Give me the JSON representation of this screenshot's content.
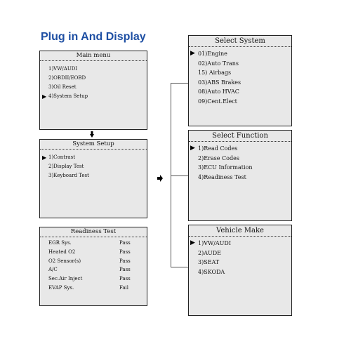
{
  "heading": "Plug in And Display",
  "main_menu": {
    "title": "Main menu",
    "items": [
      "1)VW/AUDI",
      "2)OBDII/EOBD",
      "3)Oil Reset",
      "4)System Setup"
    ],
    "selected": 3
  },
  "system_setup": {
    "title": "System Setup",
    "items": [
      "1)Contrast",
      "2)Display Test",
      "3)Keyboard Test"
    ],
    "selected": 0
  },
  "readiness_test": {
    "title": "Readiness Test",
    "rows": [
      {
        "name": "EGR Sys.",
        "value": "Pass"
      },
      {
        "name": "Heated O2",
        "value": "Pass"
      },
      {
        "name": "O2 Sensor(s)",
        "value": "Pass"
      },
      {
        "name": "A/C",
        "value": "Pass"
      },
      {
        "name": "Sec.Air Inject",
        "value": "Pass"
      },
      {
        "name": "EVAP Sys.",
        "value": "Fail"
      }
    ]
  },
  "select_system": {
    "title": "Select System",
    "items": [
      "01)Engine",
      "02)Auto Trans",
      "15) Airbags",
      "03)ABS Brakes",
      "08)Auto HVAC",
      "09)Cent.Elect"
    ],
    "selected": 0
  },
  "select_function": {
    "title": "Select Function",
    "items": [
      "1)Read Codes",
      "2)Erase Codes",
      "3)ECU Information",
      "4)Readiness Test"
    ],
    "selected": 0
  },
  "vehicle_make": {
    "title": "Vehicle Make",
    "items": [
      "1)VW/AUDI",
      "2)AUDE",
      "3)SEAT",
      "4)SKODA"
    ],
    "selected": 0
  },
  "colors": {
    "heading": "#1e4fa3",
    "screen_bg": "#e8e8e8",
    "border": "#222222"
  }
}
